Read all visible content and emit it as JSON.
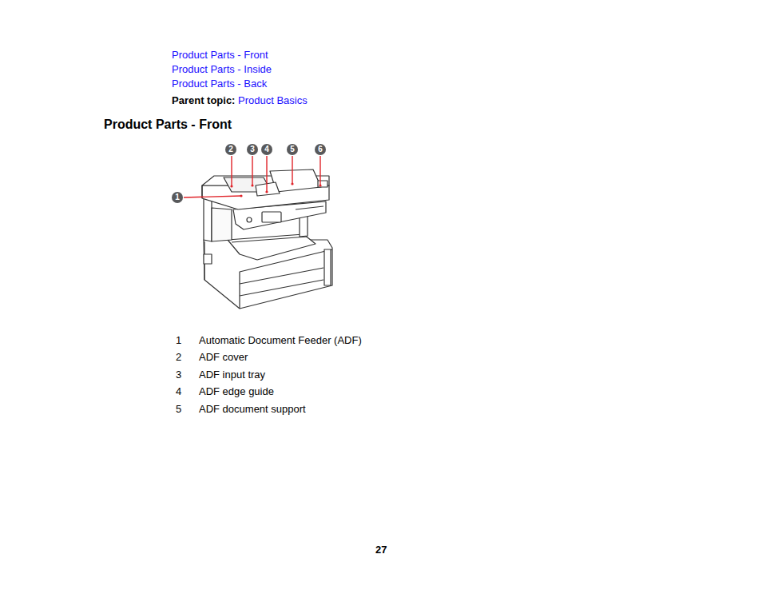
{
  "diagram": {
    "title": "Product Parts - Front",
    "nodes": [
      {
        "text": [
          "2"
        ]
      },
      {
        "text": [
          "3"
        ]
      },
      {
        "text": [
          "4"
        ]
      },
      {
        "text": [
          "5"
        ]
      },
      {
        "text": [
          "6"
        ]
      },
      {
        "text": [
          "1"
        ]
      }
    ],
    "labels": [
      "Product Parts - Front",
      "Product Parts - Inside",
      "Product Parts - Back",
      "Parent topic:",
      "Product Basics",
      "1",
      "Automatic Document Feeder (ADF)",
      "2",
      "ADF cover",
      "3",
      "ADF input tray",
      "4",
      "ADF edge guide",
      "5",
      "ADF document support",
      "27"
    ]
  }
}
